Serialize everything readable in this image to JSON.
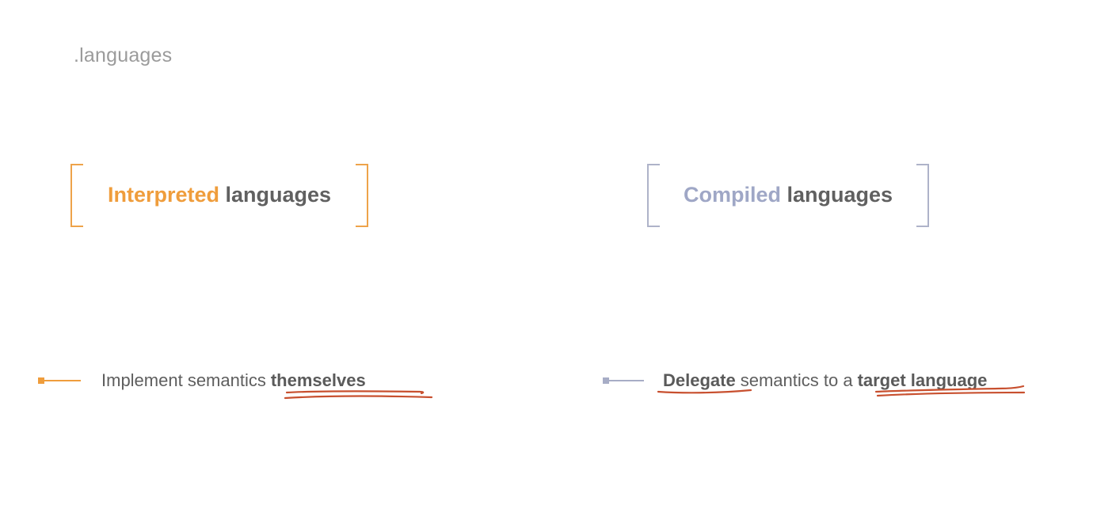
{
  "slide": {
    "label": ".languages"
  },
  "left": {
    "heading_accent": "Interpreted",
    "heading_rest": "languages",
    "bullet_plain": "Implement semantics",
    "bullet_bold": "themselves"
  },
  "right": {
    "heading_accent": "Compiled",
    "heading_rest": "languages",
    "bullet_bold1": "Delegate",
    "bullet_plain": "semantics to a",
    "bullet_bold2": "target language"
  },
  "colors": {
    "orange_accent": "#ef9d3c",
    "blue_accent": "#9fa7c6",
    "annotation_red": "#c8502f",
    "body_text": "#5e5e5e"
  },
  "icons": [
    "orange-bullet-marker-icon",
    "blue-bullet-marker-icon"
  ]
}
